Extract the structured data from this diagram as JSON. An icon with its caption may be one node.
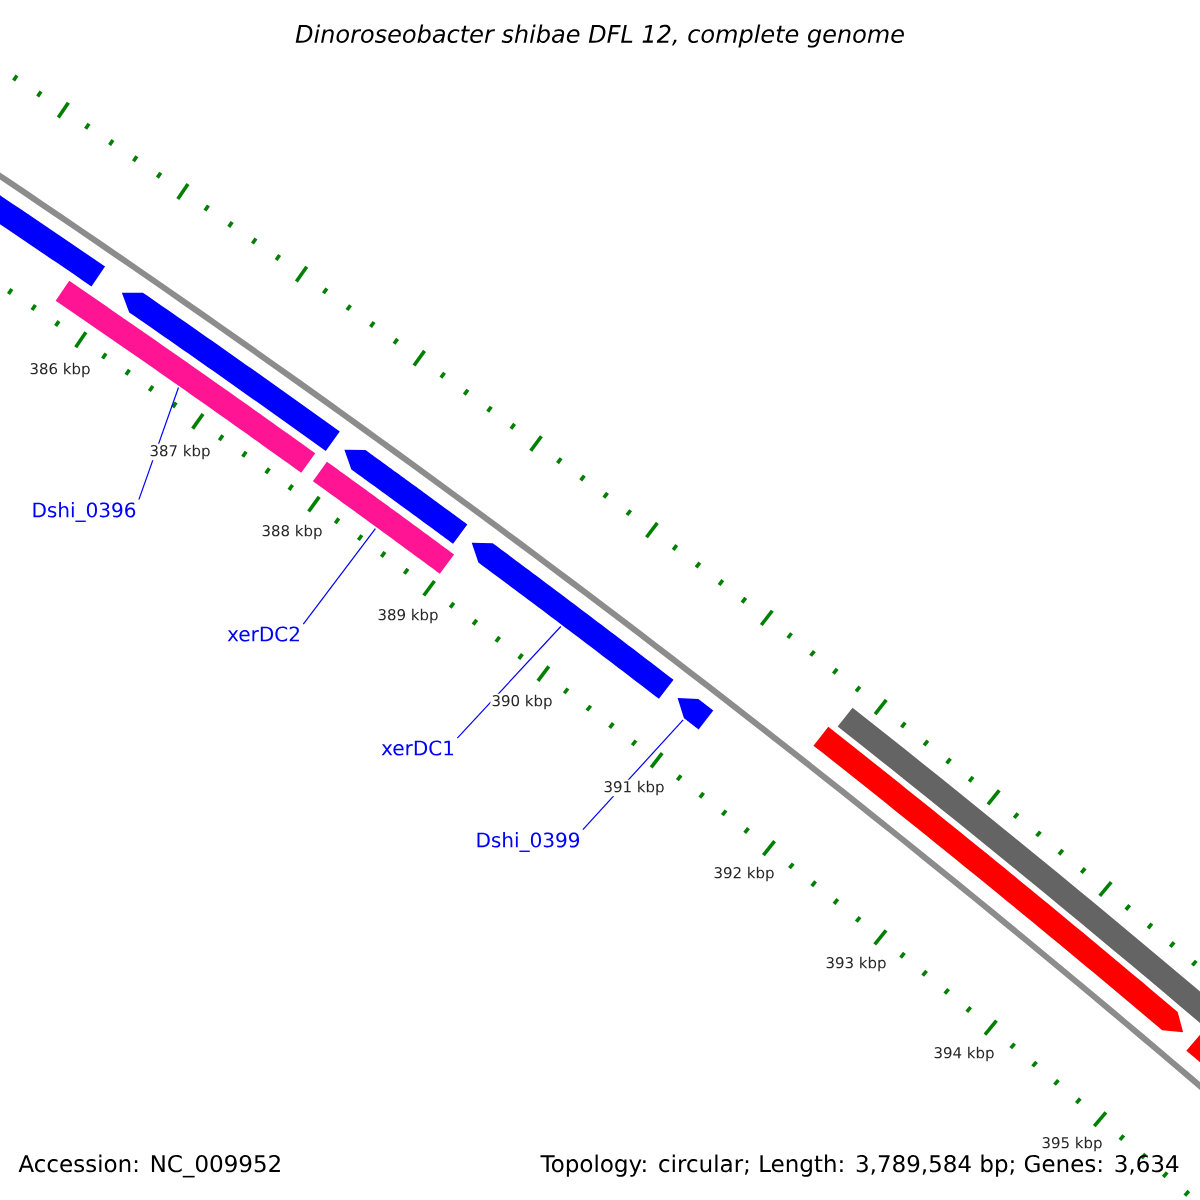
{
  "diagram": {
    "title": "Dinoroseobacter shibae DFL 12, complete genome",
    "nodes": [
      {
        "text": [
          "Dshi_0396"
        ]
      },
      {
        "text": [
          "xerDC2"
        ]
      },
      {
        "text": [
          "xerDC1"
        ]
      },
      {
        "text": [
          "Dshi_0399"
        ]
      },
      {
        "text": [],
        "shape": "bar"
      },
      {
        "text": [],
        "shape": "bar"
      },
      {
        "text": [],
        "shape": "bar"
      },
      {
        "text": [],
        "shape": "bar"
      },
      {
        "text": [],
        "shape": "bar"
      },
      {
        "text": [],
        "shape": "bar"
      },
      {
        "text": [],
        "shape": "bar"
      },
      {
        "text": [],
        "shape": "bar"
      },
      {
        "text": [],
        "shape": "bar"
      },
      {
        "text": [],
        "shape": "bar"
      }
    ],
    "edges": [
      {
        "from": 0,
        "to": 4,
        "arrow": "none"
      },
      {
        "from": 1,
        "to": 5,
        "arrow": "none"
      },
      {
        "from": 2,
        "to": 6,
        "arrow": "none"
      },
      {
        "from": 3,
        "to": 7,
        "arrow": "none"
      }
    ],
    "labels": [
      "386 kbp",
      "387 kbp",
      "388 kbp",
      "389 kbp",
      "390 kbp",
      "391 kbp",
      "392 kbp",
      "393 kbp",
      "394 kbp",
      "395 kbp",
      "Accession: NC_009952",
      "Topology: circular; Length: 3,789,584 bp; Genes: 3,634"
    ]
  }
}
